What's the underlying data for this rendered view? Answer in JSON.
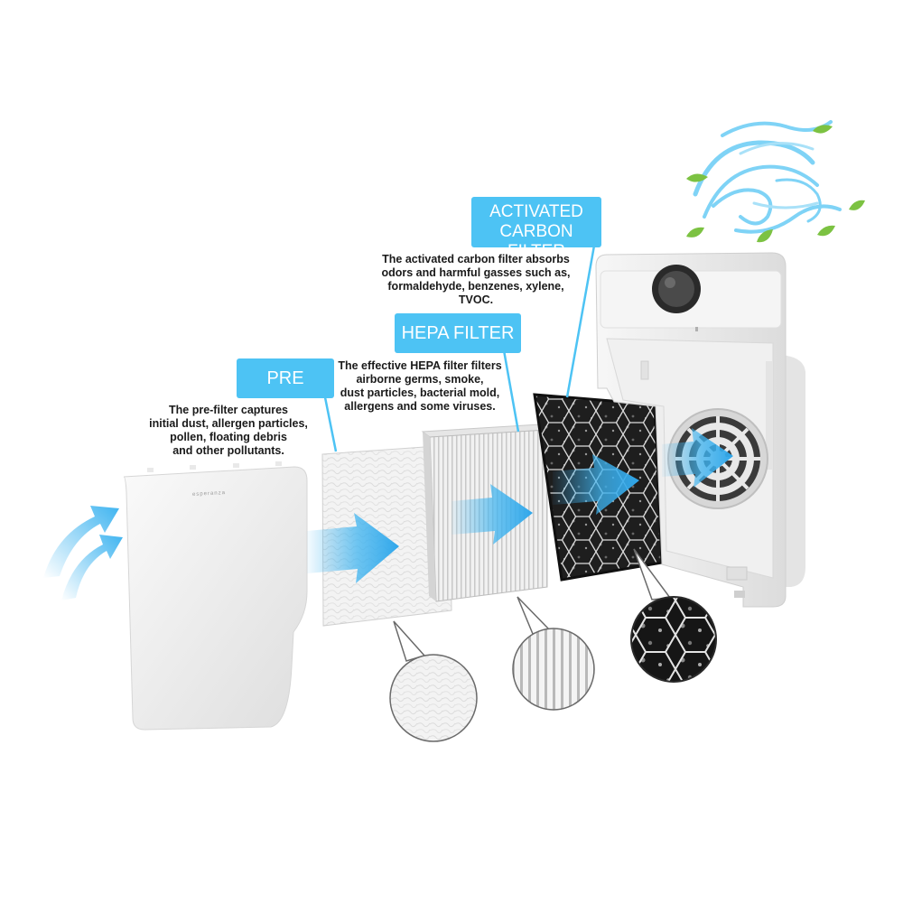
{
  "filters": {
    "pre": {
      "label": "PRE FILTER",
      "description": "The pre-filter captures\ninitial dust, allergen particles,\npollen, floating debris\nand other pollutants."
    },
    "hepa": {
      "label": "HEPA FILTER",
      "description": "The effective HEPA filter filters\nairborne germs, smoke,\ndust particles, bacterial mold,\nallergens and some viruses."
    },
    "carbon": {
      "label_line1": "ACTIVATED",
      "label_line2": "CARBON FILTER",
      "description": "The activated carbon filter absorbs\nodors and harmful gasses such as,\nformaldehyde, benzenes, xylene,\nTVOC."
    }
  },
  "brand": "esperanza",
  "colors": {
    "accent": "#4dc3f4",
    "arrow": "#3fb4f0",
    "leaf": "#7cc242",
    "device": "#f2f2f2"
  }
}
